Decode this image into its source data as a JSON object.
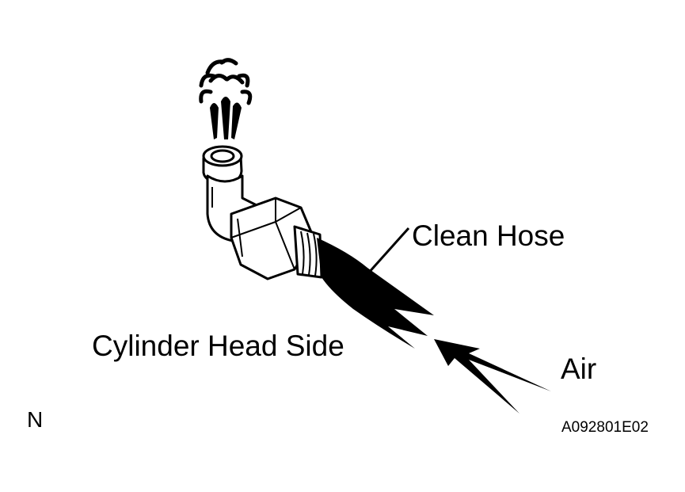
{
  "labels": {
    "clean_hose": "Clean Hose",
    "cylinder_head_side": "Cylinder Head Side",
    "air": "Air",
    "view_code": "N",
    "figure_id": "A092801E02"
  },
  "colors": {
    "ink": "#000000",
    "paper": "#ffffff"
  }
}
